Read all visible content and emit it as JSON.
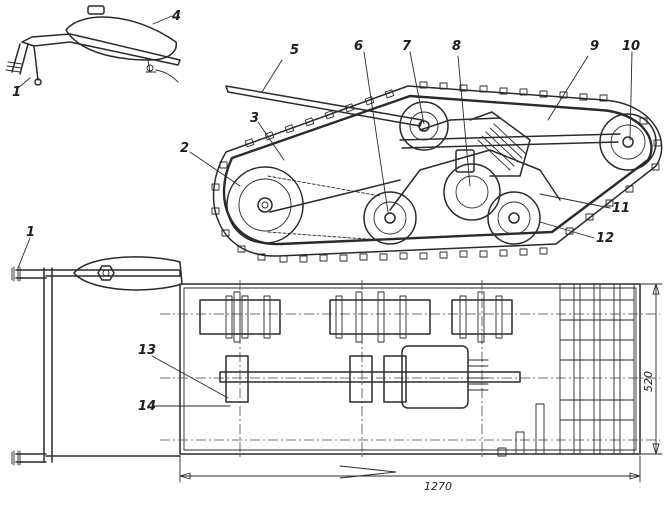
{
  "callouts": {
    "c1a": "1",
    "c4": "4",
    "c5": "5",
    "c6": "6",
    "c7": "7",
    "c8": "8",
    "c9": "9",
    "c10": "10",
    "c3": "3",
    "c2": "2",
    "c11": "11",
    "c12": "12",
    "c1b": "1",
    "c13": "13",
    "c14": "14"
  },
  "dimensions": {
    "length": "1270",
    "width": "520"
  }
}
